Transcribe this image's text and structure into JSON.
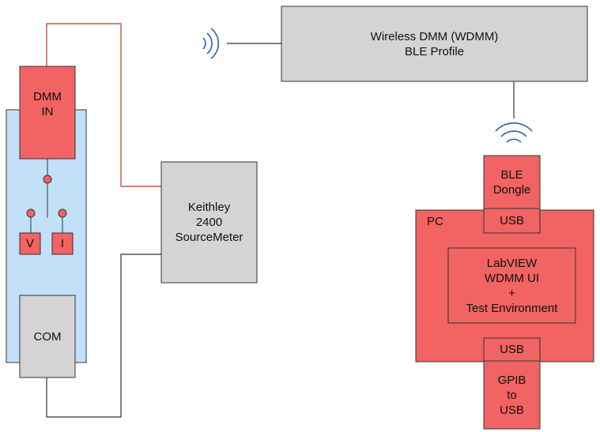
{
  "colors": {
    "red_block": "#f26363",
    "gray_block": "#d4d4d4",
    "blue_panel": "#c2e0f8",
    "wire_red": "#b03a2e",
    "wave_blue": "#2a5fb0"
  },
  "blocks": {
    "dmm_in": "DMM\nIN",
    "com": "COM",
    "v": "V",
    "i": "I",
    "keithley": "Keithley\n2400\nSourceMeter",
    "wdmm": "Wireless DMM (WDMM)\nBLE Profile",
    "ble_dongle": "BLE\nDongle",
    "pc": "PC",
    "usb_top": "USB",
    "labview": "LabVIEW\nWDMM UI\n+\nTest Environment",
    "usb_bottom": "USB",
    "gpib_to_usb": "GPIB\nto\nUSB"
  }
}
